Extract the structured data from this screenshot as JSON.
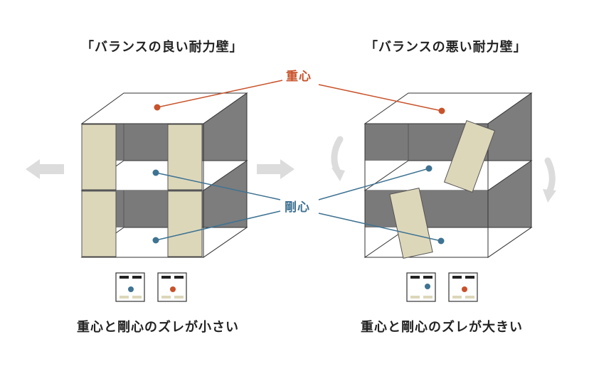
{
  "left": {
    "title": "「バランスの良い耐力壁」",
    "caption": "重心と剛心のズレが小さい"
  },
  "right": {
    "title": "「バランスの悪い耐力壁」",
    "caption": "重心と剛心のズレが大きい"
  },
  "labels": {
    "center_of_gravity": "重心",
    "center_of_rigidity": "剛心"
  },
  "colors": {
    "center_of_gravity": "#c8522a",
    "center_of_rigidity": "#3f7392",
    "wall_panel": "#ddd7ba",
    "building_frame": "#7a7a7a",
    "arrow": "#dcdcdc"
  },
  "icons": {
    "push_left": "arrow-left-icon",
    "push_right": "arrow-right-icon",
    "twist_left": "curved-arrow-down-icon",
    "twist_right": "curved-arrow-down-icon"
  }
}
